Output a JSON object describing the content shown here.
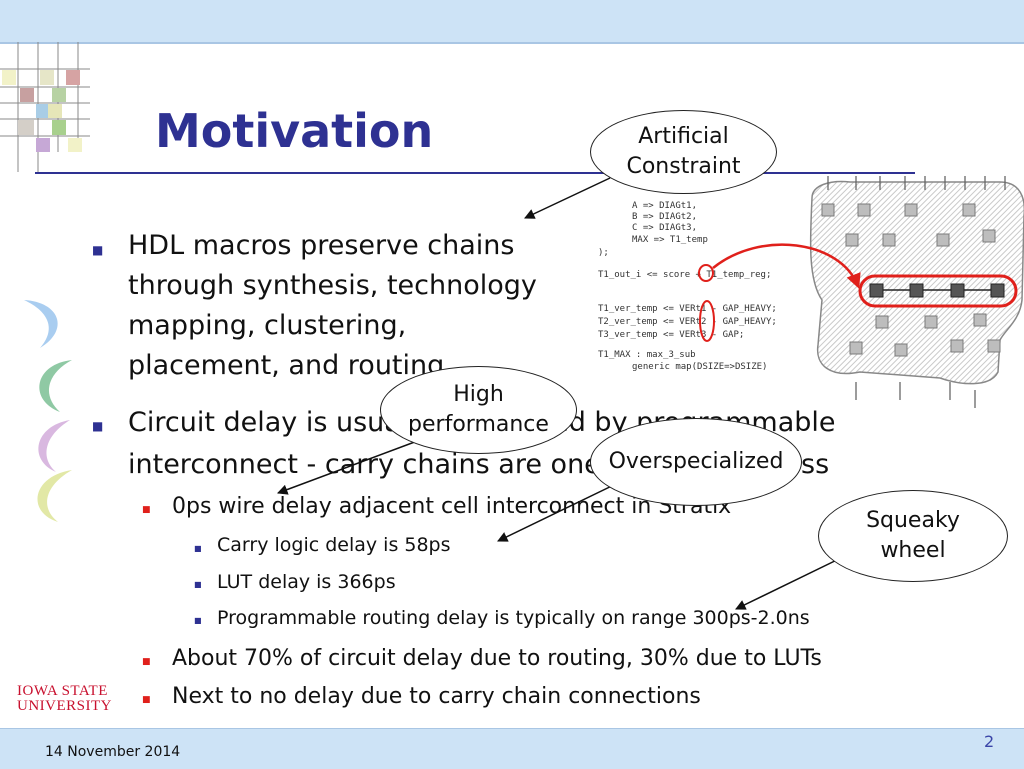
{
  "slide": {
    "title": "Motivation",
    "date": "14 November 2014",
    "number": "2",
    "logo": {
      "line1": "IOWA STATE",
      "line2": "UNIVERSITY"
    }
  },
  "bullets": [
    {
      "lines": [
        "HDL macros preserve chains",
        "through synthesis, technology",
        "mapping, clustering,",
        "placement, and routing"
      ]
    },
    {
      "lines": [
        "Circuit delay is usually dominated by programmable",
        "interconnect - carry chains are one thing to address"
      ]
    }
  ],
  "subbullets": {
    "wire": "0ps wire delay adjacent cell interconnect in Stratix",
    "carry": "Carry logic delay is 58ps",
    "lut": "LUT delay is 366ps",
    "routing": "Programmable routing delay is typically on range 300ps-2.0ns",
    "pct": "About 70% of circuit delay due to routing, 30% due to LUTs",
    "chain": "Next to no delay due to carry chain connections"
  },
  "callouts": {
    "artificial": {
      "line1": "Artificial",
      "line2": "Constraint"
    },
    "high": {
      "line1": "High",
      "line2": "performance"
    },
    "overspec": "Overspecialized",
    "squeaky": {
      "line1": "Squeaky",
      "line2": "wheel"
    }
  },
  "code_lines": [
    "A => DIAGt1,",
    "B => DIAGt2,",
    "C => DIAGt3,",
    "MAX => T1_temp",
    ");",
    "T1_out_i <= score + T1_temp_reg;",
    "T1_ver_temp <= VERt1 - GAP_HEAVY;",
    "T2_ver_temp <= VERt2 - GAP_HEAVY;",
    "T3_ver_temp <= VERt3 - GAP;",
    "T1_MAX : max_3_sub",
    "generic map(DSIZE=>DSIZE)"
  ],
  "colors": {
    "title": "#2e3192",
    "bar": "#cde3f6",
    "bullet2": "#e0201b",
    "highlight": "#e0201b"
  }
}
